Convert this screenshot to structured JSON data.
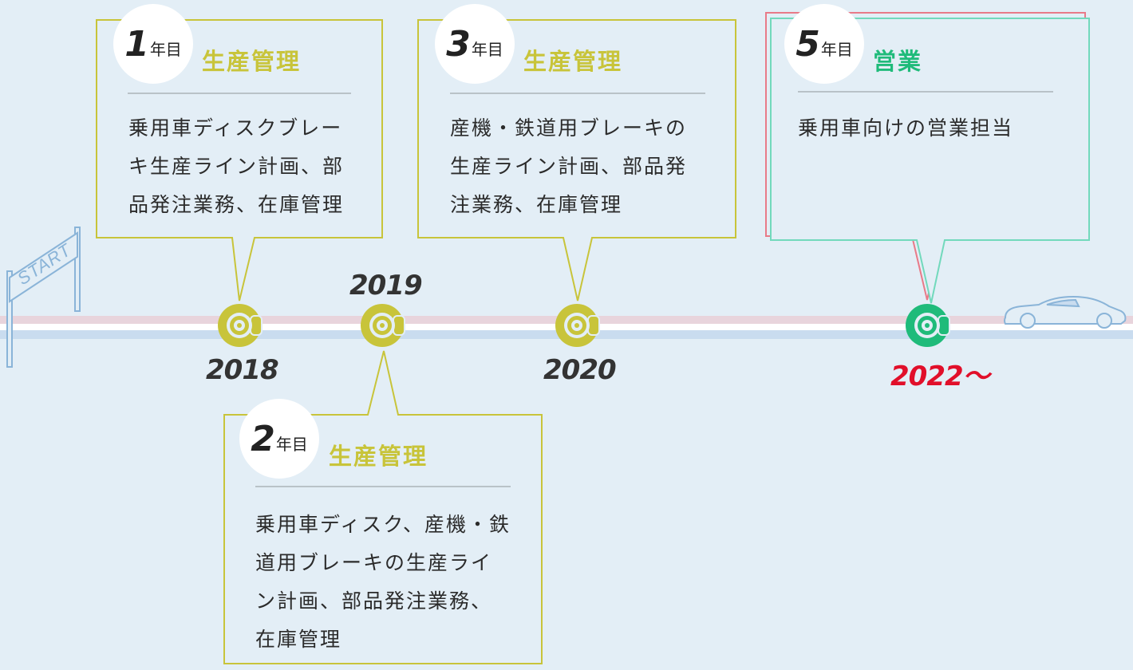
{
  "colors": {
    "production": "#c8c43a",
    "sales": "#1fbb7a",
    "current_year": "#e10f2a",
    "track_pink": "#e8d4dc",
    "track_blue": "#c9dcef",
    "outline_blue": "#8ab4d8"
  },
  "start_sign": {
    "text": "START"
  },
  "timeline": [
    {
      "year_label": "2018",
      "icon": "brake-disc-icon"
    },
    {
      "year_label": "2019",
      "icon": "brake-disc-icon"
    },
    {
      "year_label": "2020",
      "icon": "brake-disc-icon"
    },
    {
      "year_label": "2022～",
      "icon": "brake-disc-icon"
    }
  ],
  "cards": [
    {
      "year_num": "1",
      "year_suffix": "年目",
      "department": "生産管理",
      "description": "乗用車ディスクブレー\nキ生産ライン計画、部\n品発注業務、在庫管理"
    },
    {
      "year_num": "2",
      "year_suffix": "年目",
      "department": "生産管理",
      "description": "乗用車ディスク、産機・鉄\n道用ブレーキの生産ライ\nン計画、部品発注業務、\n在庫管理"
    },
    {
      "year_num": "3",
      "year_suffix": "年目",
      "department": "生産管理",
      "description": "産機・鉄道用ブレーキの\n生産ライン計画、部品発\n注業務、在庫管理"
    },
    {
      "year_num": "5",
      "year_suffix": "年目",
      "department": "営業",
      "description": "乗用車向けの営業担当"
    }
  ],
  "car": {
    "icon": "car-icon"
  }
}
